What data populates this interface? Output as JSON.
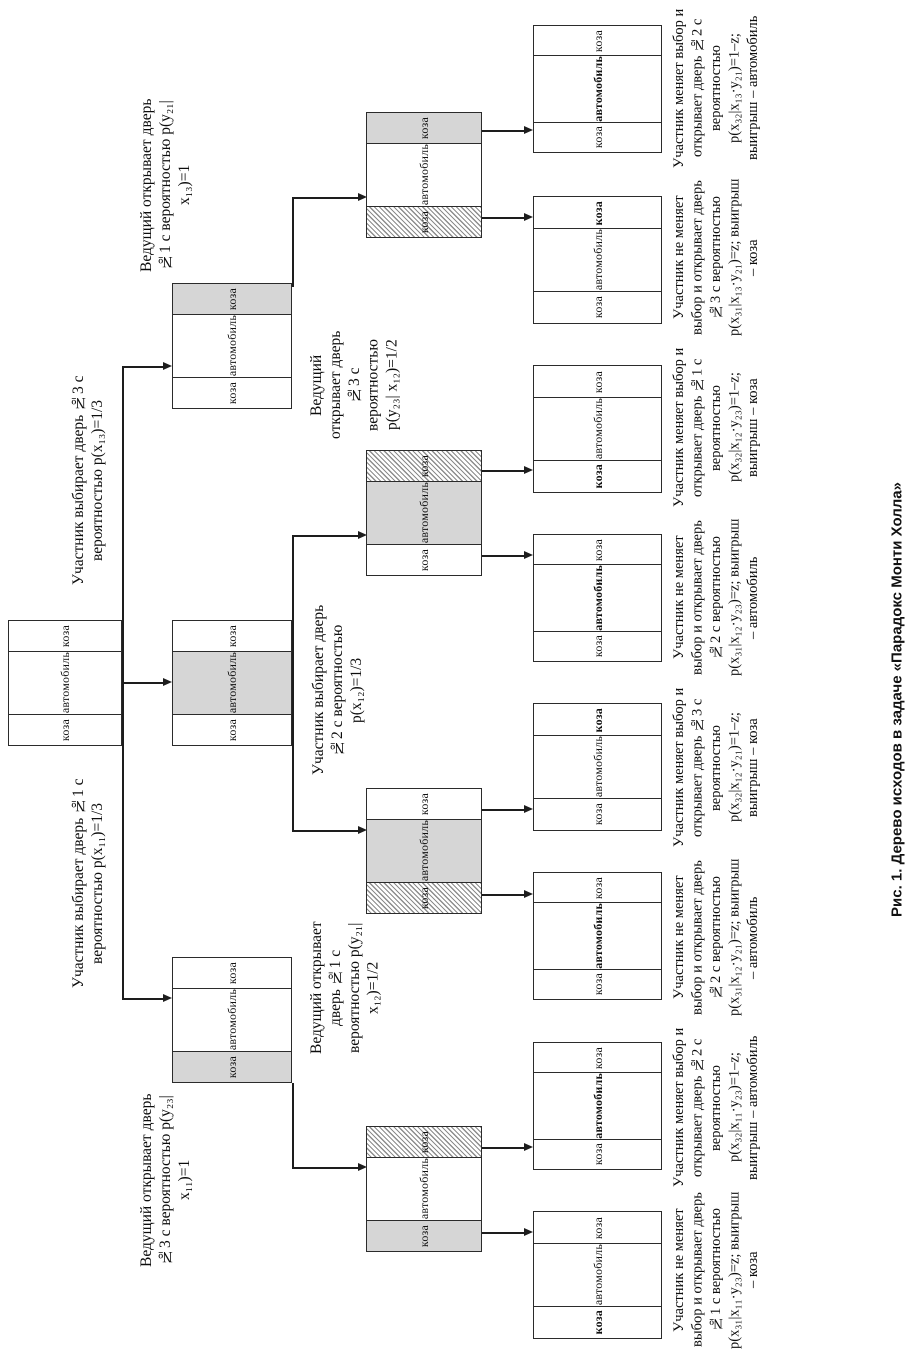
{
  "figure": {
    "caption": "Рис. 1. Дерево исходов в задаче «Парадокс Монти Холла»",
    "door_labels": {
      "goat": "коза",
      "car": "автомобиль"
    }
  },
  "root": {
    "name": "root-node",
    "cells": [
      {
        "text": "коза",
        "fill": "none",
        "bold": false
      },
      {
        "text": "автомобиль",
        "fill": "none",
        "bold": false
      },
      {
        "text": "коза",
        "fill": "none",
        "bold": false
      }
    ]
  },
  "level1_labels": [
    {
      "id": "choice-door-1",
      "text": "Участник выбирает дверь №1 с вероятностью p(x₁₁)=1/3"
    },
    {
      "id": "choice-door-2",
      "text": "Участник выбирает дверь №2 с вероятностью p(x₁₂)=1/3"
    },
    {
      "id": "choice-door-3",
      "text": "Участник выбирает дверь №3 с вероятностью p(x₁₃)=1/3"
    }
  ],
  "level1_nodes": [
    {
      "id": "player-picks-door-1",
      "cells": [
        {
          "text": "коза",
          "fill": "gray",
          "bold": false
        },
        {
          "text": "автомобиль",
          "fill": "none",
          "bold": false
        },
        {
          "text": "коза",
          "fill": "none",
          "bold": false
        }
      ]
    },
    {
      "id": "player-picks-door-2",
      "cells": [
        {
          "text": "коза",
          "fill": "none",
          "bold": false
        },
        {
          "text": "автомобиль",
          "fill": "gray",
          "bold": false
        },
        {
          "text": "коза",
          "fill": "none",
          "bold": false
        }
      ]
    },
    {
      "id": "player-picks-door-3",
      "cells": [
        {
          "text": "коза",
          "fill": "none",
          "bold": false
        },
        {
          "text": "автомобиль",
          "fill": "none",
          "bold": false
        },
        {
          "text": "коза",
          "fill": "gray",
          "bold": false
        }
      ]
    }
  ],
  "level2_labels": [
    {
      "id": "host-opens-3-after-1",
      "text": "Ведущий открывает дверь №3 с вероятностью p(y₂₃| x₁₁)=1"
    },
    {
      "id": "host-opens-1-after-2",
      "text": "Ведущий открывает дверь №1 с вероятностью p(y₂₁| x₁₂)=1/2"
    },
    {
      "id": "host-opens-3-after-2",
      "text": "Ведущий открывает дверь №3 с вероятностью p(y₂₃| x₁₂)=1/2"
    },
    {
      "id": "host-opens-1-after-3",
      "text": "Ведущий открывает дверь №1 с вероятностью p(y₂₁| x₁₃)=1"
    }
  ],
  "level2_nodes": [
    {
      "id": "host-opened-3-branch-a",
      "cells": [
        {
          "text": "коза",
          "fill": "gray",
          "bold": false
        },
        {
          "text": "автомобиль",
          "fill": "none",
          "bold": false
        },
        {
          "text": "коза",
          "fill": "hatch",
          "bold": false
        }
      ]
    },
    {
      "id": "host-opened-1-branch-b",
      "cells": [
        {
          "text": "коза",
          "fill": "hatch",
          "bold": false
        },
        {
          "text": "автомобиль",
          "fill": "gray",
          "bold": false
        },
        {
          "text": "коза",
          "fill": "none",
          "bold": false
        }
      ]
    },
    {
      "id": "host-opened-3-branch-c",
      "cells": [
        {
          "text": "коза",
          "fill": "none",
          "bold": false
        },
        {
          "text": "автомобиль",
          "fill": "gray",
          "bold": false
        },
        {
          "text": "коза",
          "fill": "hatch",
          "bold": false
        }
      ]
    },
    {
      "id": "host-opened-1-branch-d",
      "cells": [
        {
          "text": "коза",
          "fill": "hatch",
          "bold": false
        },
        {
          "text": "автомобиль",
          "fill": "none",
          "bold": false
        },
        {
          "text": "коза",
          "fill": "gray",
          "bold": false
        }
      ]
    }
  ],
  "leaf_labels": [
    {
      "id": "leaf-1",
      "text": "Участник не меняет выбор и открывает дверь №1 с вероятностью p(x₃₁|x₁₁·y₂₃)=z; выигрыш – коза"
    },
    {
      "id": "leaf-2",
      "text": "Участник меняет выбор и открывает дверь №2 с вероятностью p(x₃₂|x₁₁·y₂₃)=1–z; выигрыш – автомобиль"
    },
    {
      "id": "leaf-3",
      "text": "Участник не меняет выбор и открывает дверь №2 с вероятностью p(x₃₁|x₁₂·y₂₁)=z; выигрыш – автомобиль"
    },
    {
      "id": "leaf-4",
      "text": "Участник меняет выбор и открывает дверь №3 с вероятностью p(x₃₂|x₁₂·y₂₁)=1–z; выигрыш – коза"
    },
    {
      "id": "leaf-5",
      "text": "Участник не меняет выбор и открывает дверь №2 с вероятностью p(x₃₁|x₁₂·y₂₃)=z; выигрыш – автомобиль"
    },
    {
      "id": "leaf-6",
      "text": "Участник меняет выбор и открывает дверь №1 с вероятностью p(x₃₂|x₁₂·y₂₃)=1–z; выигрыш – коза"
    },
    {
      "id": "leaf-7",
      "text": "Участник не меняет выбор и открывает дверь №3 с вероятностью p(x₃₁|x₁₃·y₂₁)=z; выигрыш – коза"
    },
    {
      "id": "leaf-8",
      "text": "Участник меняет выбор и открывает дверь №2 с вероятностью p(x₃₂|x₁₃·y₂₁)=1–z; выигрыш – автомобиль"
    }
  ],
  "leaf_nodes": [
    {
      "id": "outcome-1-goat",
      "cells": [
        {
          "text": "коза",
          "fill": "none",
          "bold": true
        },
        {
          "text": "автомобиль",
          "fill": "none",
          "bold": false
        },
        {
          "text": "коза",
          "fill": "none",
          "bold": false
        }
      ]
    },
    {
      "id": "outcome-2-car",
      "cells": [
        {
          "text": "коза",
          "fill": "none",
          "bold": false
        },
        {
          "text": "автомобиль",
          "fill": "none",
          "bold": true
        },
        {
          "text": "коза",
          "fill": "none",
          "bold": false
        }
      ]
    },
    {
      "id": "outcome-3-car",
      "cells": [
        {
          "text": "коза",
          "fill": "none",
          "bold": false
        },
        {
          "text": "автомобиль",
          "fill": "none",
          "bold": true
        },
        {
          "text": "коза",
          "fill": "none",
          "bold": false
        }
      ]
    },
    {
      "id": "outcome-4-goat",
      "cells": [
        {
          "text": "коза",
          "fill": "none",
          "bold": false
        },
        {
          "text": "автомобиль",
          "fill": "none",
          "bold": false
        },
        {
          "text": "коза",
          "fill": "none",
          "bold": true
        }
      ]
    },
    {
      "id": "outcome-5-car",
      "cells": [
        {
          "text": "коза",
          "fill": "none",
          "bold": false
        },
        {
          "text": "автомобиль",
          "fill": "none",
          "bold": true
        },
        {
          "text": "коза",
          "fill": "none",
          "bold": false
        }
      ]
    },
    {
      "id": "outcome-6-goat",
      "cells": [
        {
          "text": "коза",
          "fill": "none",
          "bold": true
        },
        {
          "text": "автомобиль",
          "fill": "none",
          "bold": false
        },
        {
          "text": "коза",
          "fill": "none",
          "bold": false
        }
      ]
    },
    {
      "id": "outcome-7-goat",
      "cells": [
        {
          "text": "коза",
          "fill": "none",
          "bold": false
        },
        {
          "text": "автомобиль",
          "fill": "none",
          "bold": false
        },
        {
          "text": "коза",
          "fill": "none",
          "bold": true
        }
      ]
    },
    {
      "id": "outcome-8-car",
      "cells": [
        {
          "text": "коза",
          "fill": "none",
          "bold": false
        },
        {
          "text": "автомобиль",
          "fill": "none",
          "bold": true
        },
        {
          "text": "коза",
          "fill": "none",
          "bold": false
        }
      ]
    }
  ]
}
